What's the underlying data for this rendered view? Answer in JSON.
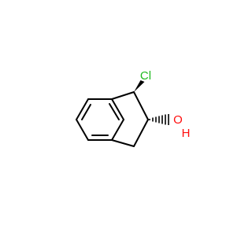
{
  "molecule": {
    "atoms": [
      {
        "id": "cl",
        "symbol": "Cl",
        "color": "#1fba1f"
      },
      {
        "id": "o",
        "symbol": "O",
        "color": "#ff0d0d"
      },
      {
        "id": "h",
        "symbol": "H",
        "color": "#ff0d0d"
      }
    ],
    "bond_color": "#000000",
    "stereo": {
      "c1_cl": "wedge",
      "c2_oh": "hash"
    }
  }
}
